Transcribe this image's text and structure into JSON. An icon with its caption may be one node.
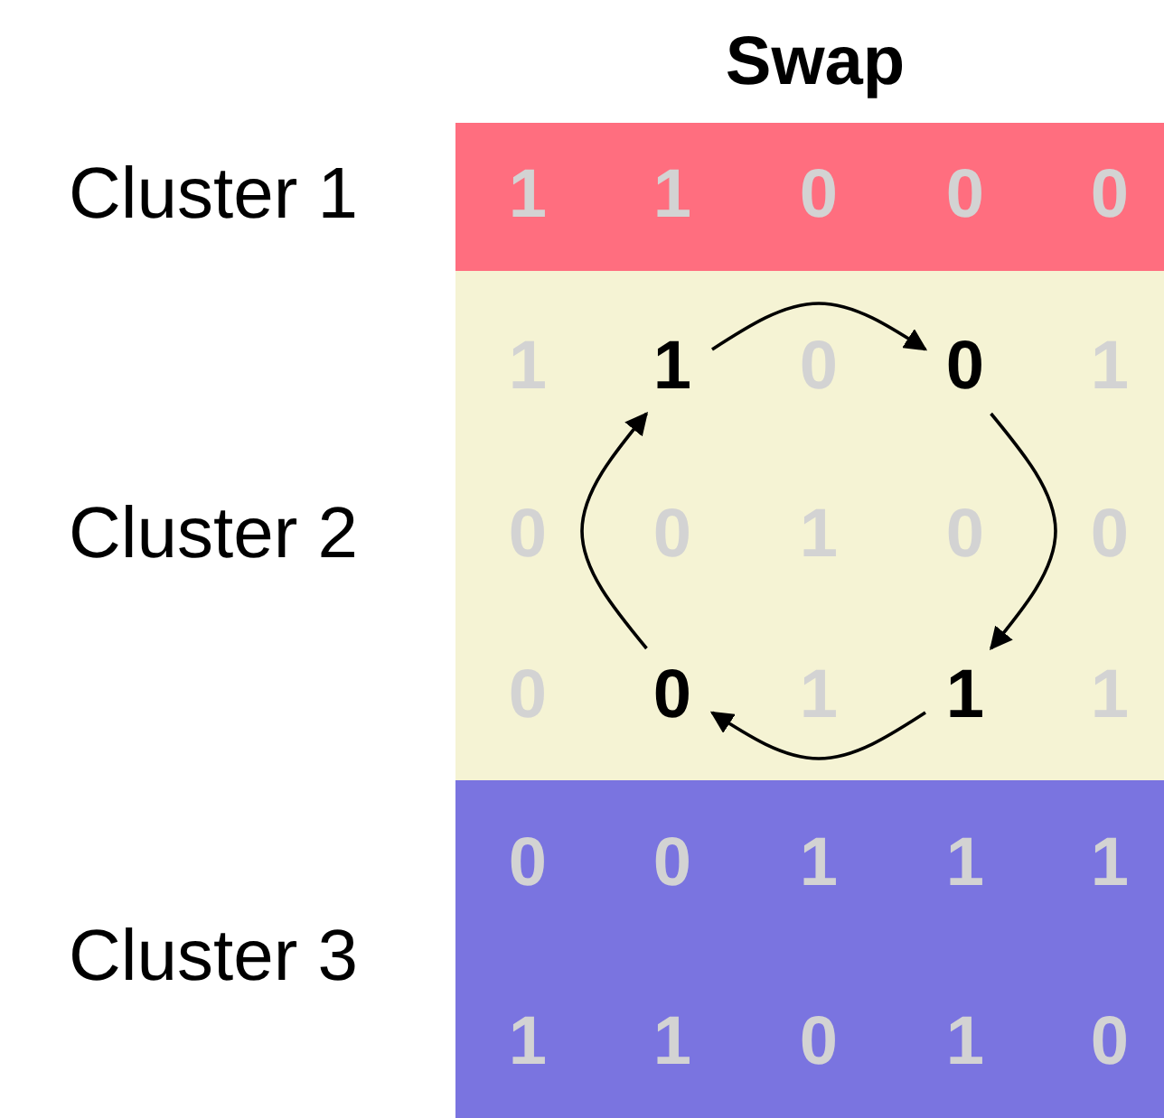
{
  "diagram": {
    "title": "Swap",
    "nodes": [
      {
        "text": [
          "Cluster 1"
        ]
      },
      {
        "text": [
          "Cluster 2"
        ]
      },
      {
        "text": [
          "Cluster 3"
        ]
      },
      {
        "text": [
          "1"
        ],
        "in": 1
      },
      {
        "text": [
          "0"
        ],
        "in": 1
      },
      {
        "text": [
          "0"
        ],
        "in": 1
      },
      {
        "text": [
          "1"
        ],
        "in": 1
      }
    ],
    "edges": [
      {
        "from": 3,
        "to": 4,
        "arrow": "to"
      },
      {
        "from": 4,
        "to": 6,
        "arrow": "to"
      },
      {
        "from": 6,
        "to": 5,
        "arrow": "to"
      },
      {
        "from": 5,
        "to": 3,
        "arrow": "to"
      }
    ],
    "labels": [
      "1",
      "1",
      "0",
      "0",
      "0",
      "1",
      "0",
      "1",
      "0",
      "0",
      "1",
      "0",
      "0",
      "0",
      "1",
      "1",
      "0",
      "0",
      "1",
      "1",
      "1",
      "1",
      "1",
      "0",
      "1",
      "0"
    ]
  }
}
